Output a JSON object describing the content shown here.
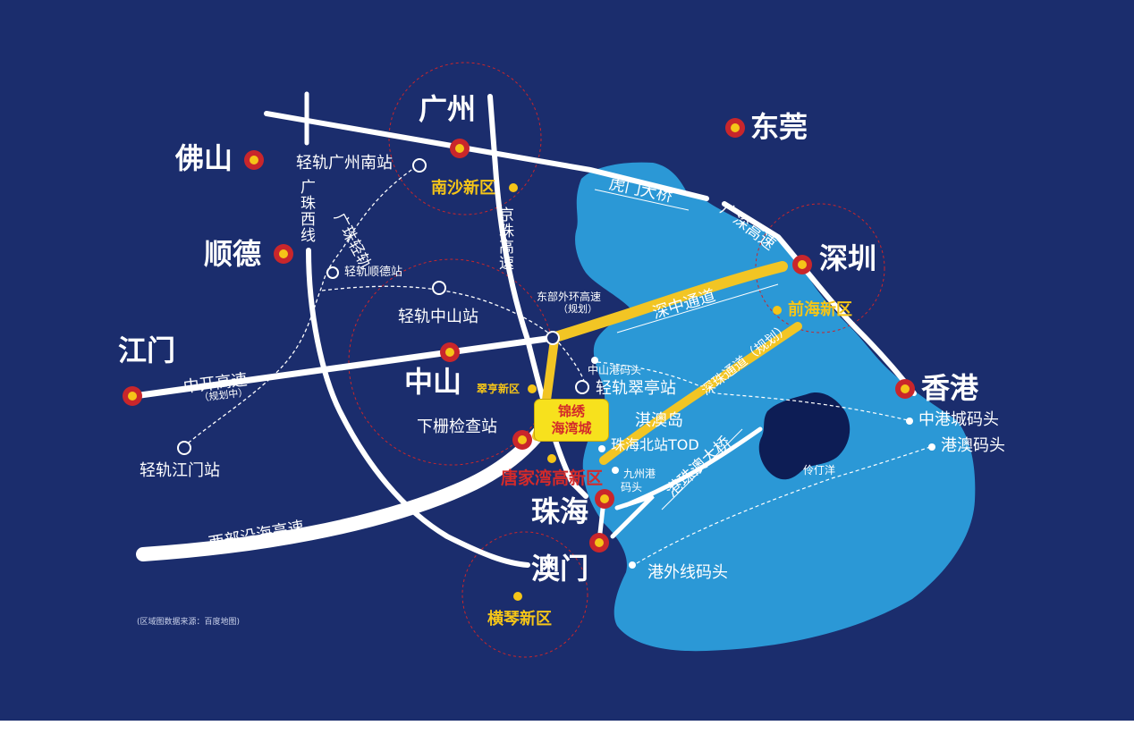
{
  "colors": {
    "background": "#1b2d6d",
    "water": "#2b98d6",
    "road": "#ffffff",
    "highlight_road": "#f2c524",
    "city_marker": "#c9262b",
    "zone_marker": "#f5c518",
    "project_box": "#f7e11d",
    "island": "#0d1d55"
  },
  "cities": {
    "guangzhou": "广州",
    "dongguan": "东莞",
    "foshan": "佛山",
    "shunde": "顺德",
    "shenzhen": "深圳",
    "jiangmen": "江门",
    "zhongshan": "中山",
    "hongkong": "香港",
    "zhuhai": "珠海",
    "macau": "澳门"
  },
  "zones": {
    "nansha": "南沙新区",
    "qianhai": "前海新区",
    "cuiheng": "翠亨新区",
    "tangjiawan": "唐家湾高新区",
    "hengqin": "横琴新区"
  },
  "stations": {
    "gz_south": "轻轨广州南站",
    "shunde": "轻轨顺德站",
    "zhongshan": "轻轨中山站",
    "cuiheng": "轻轨翠亭站",
    "jiangmen": "轻轨江门站",
    "xiazha": "下栅检查站",
    "zhuhai_north": "珠海北站TOD",
    "qiao_island": "淇澳岛"
  },
  "piers": {
    "zhongshan_port": "中山港码头",
    "china_hk_city": "中港城码头",
    "hk_macau": "港澳码头",
    "jiuzhou_1": "九州港",
    "jiuzhou_2": "码头",
    "port_outer": "港外线码头"
  },
  "roads": {
    "guangzhu_west": "广珠西线",
    "guangzhu_rail": "广珠轻轨",
    "jingzhu": "京珠高速",
    "humen": "虎门大桥",
    "guangshen": "广深高速",
    "shenzhong": "深中通道",
    "shenzhu": "深珠通道（规划）",
    "hzm": "港珠澳大桥",
    "zhongkai": "中开高速",
    "zhongkai_note": "（规划中）",
    "east_ring": "东部外环高速",
    "east_ring_note": "（规划）",
    "western_coastal": "西部沿海高速"
  },
  "water_label": "伶仃洋",
  "project": {
    "line1": "锦绣",
    "line2": "海湾城"
  },
  "source_note": "(区域图数据来源：百度地图)"
}
